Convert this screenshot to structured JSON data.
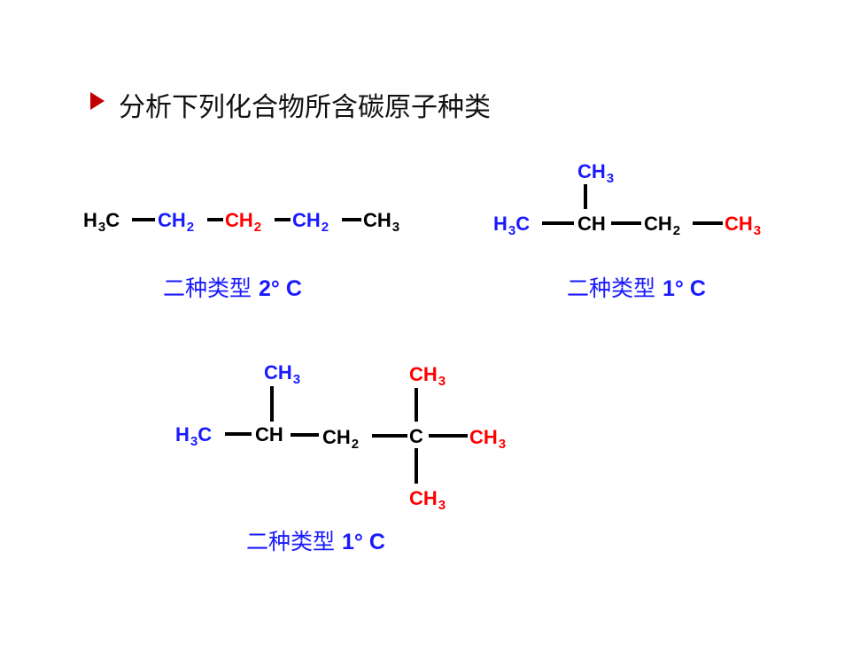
{
  "title": "分析下列化合物所含碳原子种类",
  "colors": {
    "black": "#000000",
    "blue": "#1a1aff",
    "red": "#ff0000",
    "arrow": "#c00000"
  },
  "mol1": {
    "g1": "H",
    "g1s": "3",
    "g1b": "C",
    "g2": "CH",
    "g2s": "2",
    "g3": "CH",
    "g3s": "2",
    "g4": "CH",
    "g4s": "2",
    "g5": "CH",
    "g5s": "3",
    "caption": "二种类型",
    "deg": "2°  C"
  },
  "mol2": {
    "top": "CH",
    "tops": "3",
    "g1": "H",
    "g1s": "3",
    "g1b": "C",
    "g2": "CH",
    "g3": "CH",
    "g3s": "2",
    "g4": "CH",
    "g4s": "3",
    "caption": "二种类型",
    "deg": "1°  C"
  },
  "mol3": {
    "top1": "CH",
    "top1s": "3",
    "top2": "CH",
    "top2s": "3",
    "g1": "H",
    "g1s": "3",
    "g1b": "C",
    "g2": "CH",
    "g3": "CH",
    "g3s": "2",
    "g4": "C",
    "g5": "CH",
    "g5s": "3",
    "bottom": "CH",
    "bottoms": "3",
    "caption": "二种类型",
    "deg": "1°  C"
  }
}
